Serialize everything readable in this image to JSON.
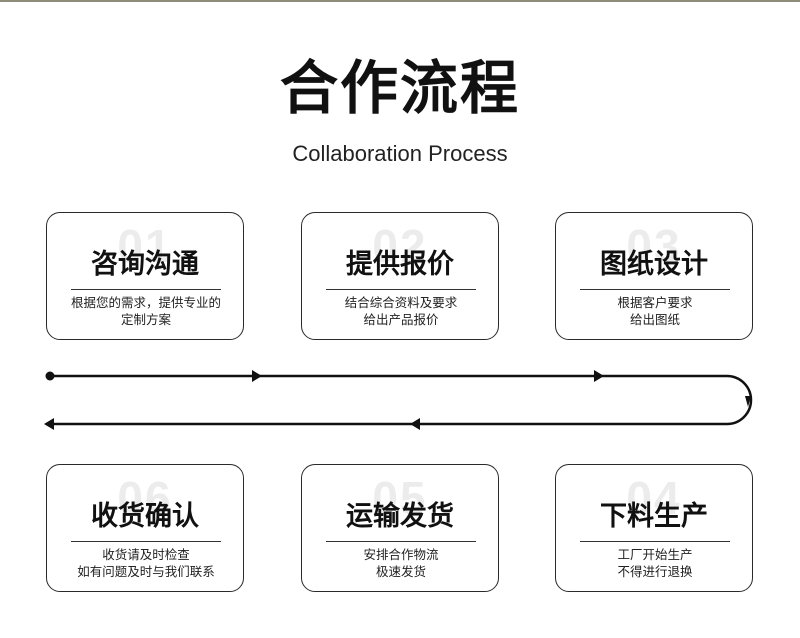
{
  "header": {
    "title": "合作流程",
    "subtitle": "Collaboration Process"
  },
  "steps": [
    {
      "num": "01",
      "title": "咨询沟通",
      "desc": [
        "根据您的需求，提供专业的",
        "定制方案"
      ]
    },
    {
      "num": "02",
      "title": "提供报价",
      "desc": [
        "结合综合资料及要求",
        "给出产品报价"
      ]
    },
    {
      "num": "03",
      "title": "图纸设计",
      "desc": [
        "根据客户要求",
        "给出图纸"
      ]
    },
    {
      "num": "04",
      "title": "下料生产",
      "desc": [
        "工厂开始生产",
        "不得进行退换"
      ]
    },
    {
      "num": "05",
      "title": "运输发货",
      "desc": [
        "安排合作物流",
        "极速发货"
      ]
    },
    {
      "num": "06",
      "title": "收货确认",
      "desc": [
        "收货请及时检查",
        "如有问题及时与我们联系"
      ]
    }
  ],
  "colors": {
    "line": "#111111",
    "border": "#2a2a2a",
    "number_watermark": "#ececec"
  }
}
